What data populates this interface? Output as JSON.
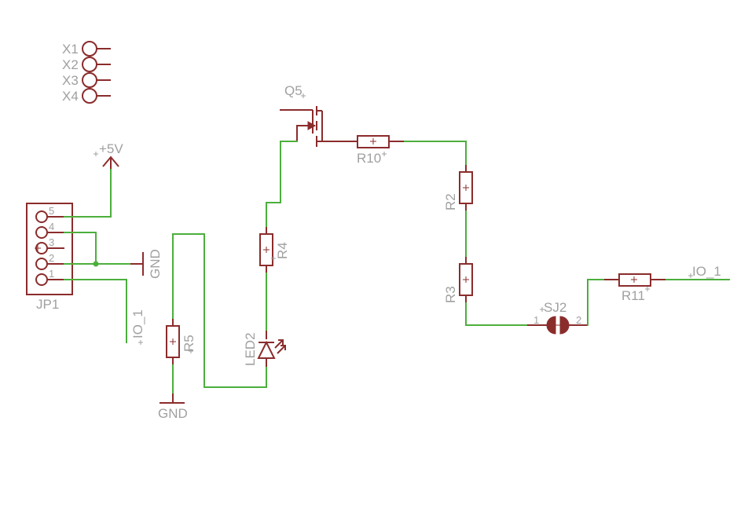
{
  "connector_x": [
    "X1",
    "X2",
    "X3",
    "X4"
  ],
  "header": {
    "name": "JP1",
    "pins": [
      "5",
      "4",
      "3",
      "2",
      "1"
    ]
  },
  "power": {
    "vcc": "+5V",
    "gnd_top": "GND",
    "gnd_bottom": "GND"
  },
  "components": {
    "q5": "Q5",
    "r10": "R10",
    "r2": "R2",
    "r3": "R3",
    "r4": "R4",
    "r5": "R5",
    "r11": "R11",
    "led2": "LED2",
    "sj2": "SJ2",
    "sj2_pin1": "1",
    "sj2_pin2": "2"
  },
  "nets": {
    "io_left": "IO_1",
    "io_right": "IO_1"
  },
  "colors": {
    "wire": "#4caf3c",
    "symbol": "#8b2c2c",
    "label": "#a0a0a0",
    "background": "#ffffff"
  }
}
